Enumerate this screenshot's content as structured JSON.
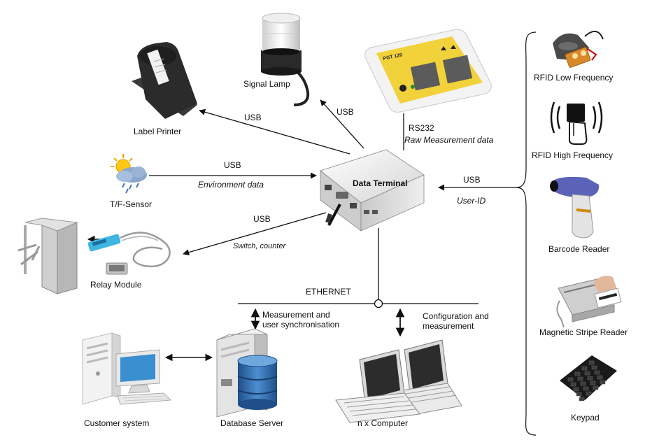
{
  "center": {
    "label": "Data Terminal"
  },
  "devices": {
    "label_printer": "Label Printer",
    "signal_lamp": "Signal Lamp",
    "pgt_device_title": "PGT 120",
    "tf_sensor": "T/F-Sensor",
    "relay_module": "Relay Module",
    "customer_system": "Customer system",
    "database_server": "Database Server",
    "computers": "n x Computer"
  },
  "inputs": {
    "rfid_low": "RFID Low Frequency",
    "rfid_high": "RFID High Frequency",
    "barcode": "Barcode Reader",
    "magstripe": "Magnetic Stripe Reader",
    "keypad": "Keypad"
  },
  "connections": {
    "printer_usb": "USB",
    "lamp_usb": "USB",
    "rs232": "RS232",
    "raw_data": "Raw Measurement data",
    "sensor_usb": "USB",
    "env_data": "Environment data",
    "relay_usb": "USB",
    "relay_data": "Switch, counter",
    "input_usb": "USB",
    "user_id": "User-ID",
    "ethernet": "ETHERNET",
    "db_sync_line1": "Measurement and",
    "db_sync_line2": "user synchronisation",
    "config_line1": "Configuration and",
    "config_line2": "measurement"
  },
  "colors": {
    "line": "#111111",
    "device_body": "#e6e6e6",
    "printer_dark": "#2b2b2b",
    "pgt_yellow": "#f2d23a",
    "db_blue": "#2f6db0",
    "screen_blue": "#3a8fd0",
    "relay_cyan": "#3fb6e0"
  }
}
